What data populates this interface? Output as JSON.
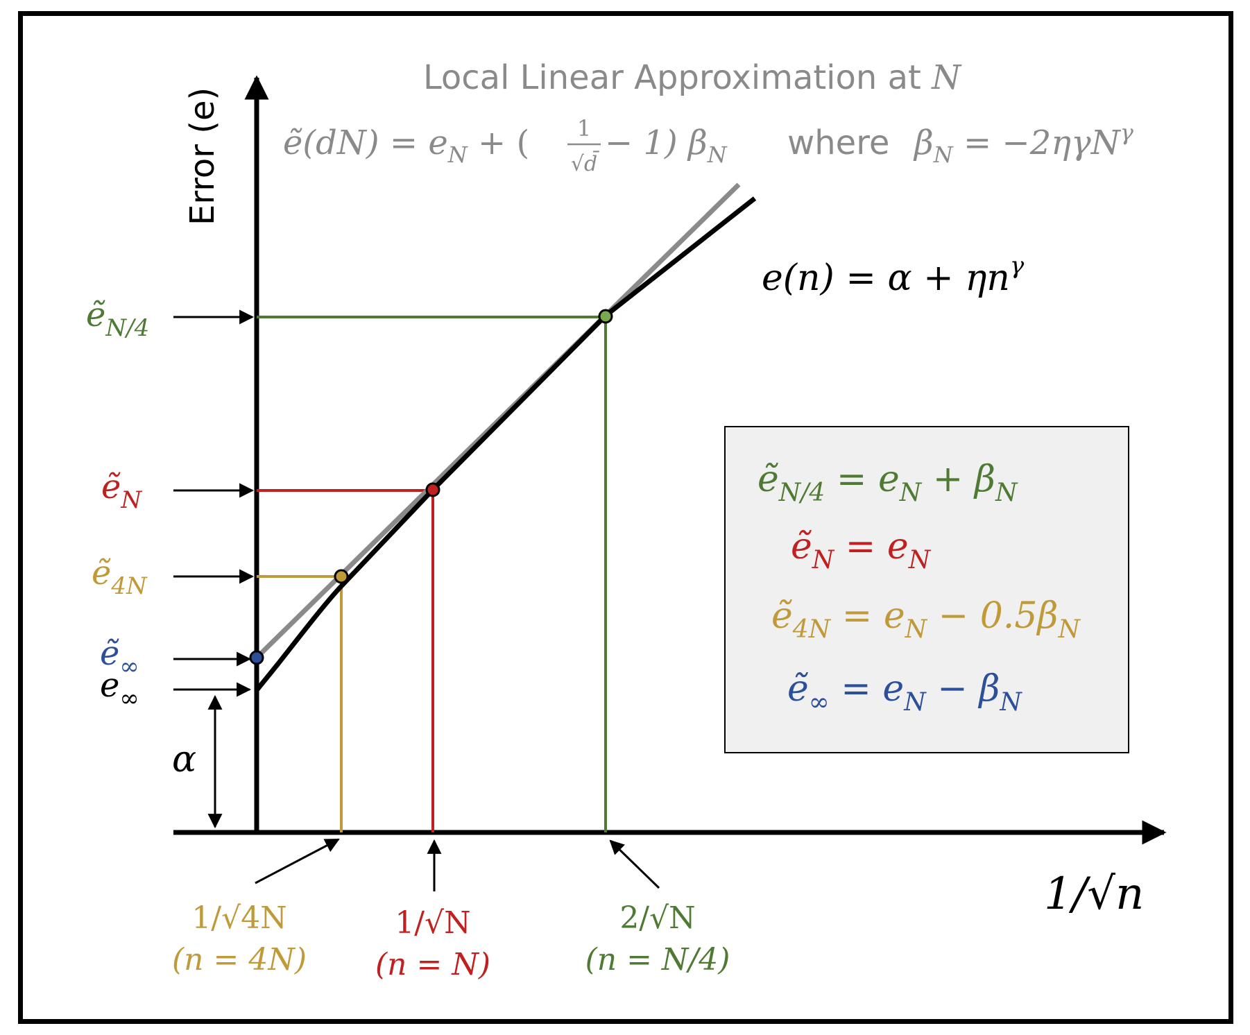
{
  "title": {
    "line1_prefix": "Local Linear Approximation at ",
    "line1_var": "N",
    "formula_lhs": "ẽ(dN) = e",
    "formula_lhs_sub": "N",
    "formula_plus": " + (",
    "formula_frac_num": "1",
    "formula_frac_den": "√d̄",
    "formula_minus_one": " − 1) β",
    "formula_beta_sub": "N",
    "where": "where",
    "beta_def": "β",
    "beta_def_sub": "N",
    "beta_def_rhs": " = −2ηγN",
    "beta_def_sup": "γ"
  },
  "axes": {
    "y_label": "Error (e)",
    "x_label": "1/√n"
  },
  "curve_label": {
    "text": "e(n) = α + ηn",
    "sup": "γ"
  },
  "left_labels": {
    "e_N4": "ẽ",
    "e_N4_sub": "N/4",
    "e_N": "ẽ",
    "e_N_sub": "N",
    "e_4N": "ẽ",
    "e_4N_sub": "4N",
    "e_inf_tilde": "ẽ",
    "e_inf_tilde_sub": "∞",
    "e_inf": "e",
    "e_inf_sub": "∞",
    "alpha": "α"
  },
  "x_markers": {
    "m4N_line1": "1/√4N",
    "m4N_line2": "(n = 4N)",
    "mN_line1": "1/√N",
    "mN_line2": "(n = N)",
    "mN4_line1": "2/√N",
    "mN4_line2": "(n = N/4)"
  },
  "legend_box": {
    "row1_lhs": "ẽ",
    "row1_sub": "N/4",
    "row1_rhs": " = e",
    "row1_rhs_sub": "N",
    "row1_tail": " + β",
    "row1_tail_sub": "N",
    "row2_lhs": "ẽ",
    "row2_sub": "N",
    "row2_rhs": " = e",
    "row2_rhs_sub": "N",
    "row3_lhs": "ẽ",
    "row3_sub": "4N",
    "row3_rhs": " = e",
    "row3_rhs_sub": "N",
    "row3_tail": " − 0.5β",
    "row3_tail_sub": "N",
    "row4_lhs": "ẽ",
    "row4_sub": "∞",
    "row4_rhs": " = e",
    "row4_rhs_sub": "N",
    "row4_tail": " − β",
    "row4_tail_sub": "N"
  },
  "colors": {
    "green": "#4f7a33",
    "red": "#c0201f",
    "gold": "#c09a38",
    "blue": "#2c4f9a",
    "gray": "#8a8a8a",
    "black": "#000000",
    "box_fill": "#f0f0f0"
  }
}
